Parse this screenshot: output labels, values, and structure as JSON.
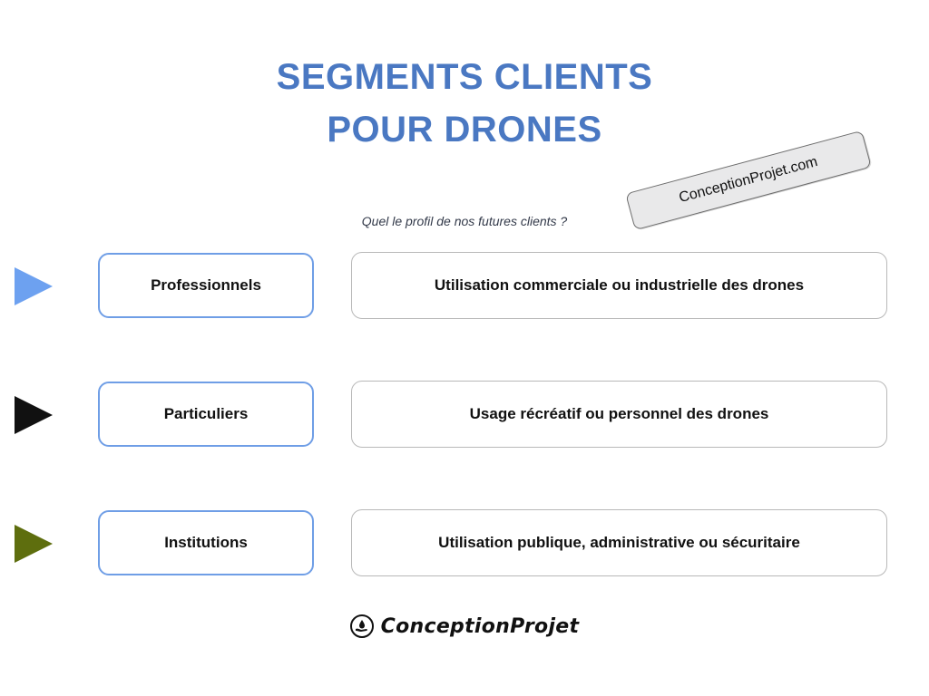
{
  "title": {
    "line1": "SEGMENTS CLIENTS",
    "line2": "POUR DRONES"
  },
  "subtitle": "Quel le profil de nos futures clients ?",
  "stamp": "ConceptionProjet.com",
  "segments": [
    {
      "name": "Professionnels",
      "description": "Utilisation commerciale ou industrielle des drones",
      "arrow_color": "#6da1f0"
    },
    {
      "name": "Particuliers",
      "description": "Usage récréatif ou personnel des drones",
      "arrow_color": "#111111"
    },
    {
      "name": "Institutions",
      "description": "Utilisation publique, administrative ou sécuritaire",
      "arrow_color": "#5e6e0e"
    }
  ],
  "footer": {
    "logo_text": "ConceptionProjet",
    "logo_icon": "hand-drop-icon"
  }
}
